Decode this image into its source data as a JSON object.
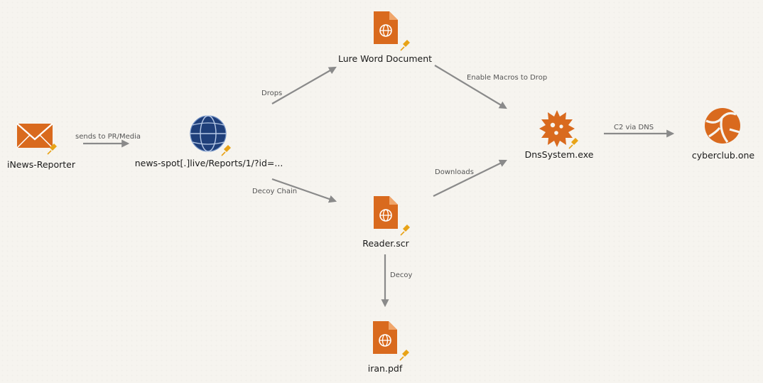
{
  "colors": {
    "accent": "#d96a1e",
    "globe": "#1f3f7a",
    "edge": "#8a8a8a",
    "pin": "#e8a317"
  },
  "nodes": {
    "reporter": {
      "label": "iNews-Reporter",
      "icon": "envelope-icon"
    },
    "news_spot": {
      "label": "news-spot[.]live/Reports/1/?id=...",
      "icon": "globe-icon"
    },
    "lure_doc": {
      "label": "Lure Word Document",
      "icon": "document-icon"
    },
    "reader": {
      "label": "Reader.scr",
      "icon": "document-icon"
    },
    "iran_pdf": {
      "label": "iran.pdf",
      "icon": "document-icon"
    },
    "dns_system": {
      "label": "DnsSystem.exe",
      "icon": "malware-icon"
    },
    "cyberclub": {
      "label": "cyberclub.one",
      "icon": "network-icon"
    }
  },
  "edges": {
    "sends": "sends to PR/Media",
    "drops": "Drops",
    "decoy_chain": "Decoy Chain",
    "enable_macros": "Enable Macros to Drop",
    "downloads": "Downloads",
    "decoy": "Decoy",
    "c2": "C2 via DNS"
  }
}
